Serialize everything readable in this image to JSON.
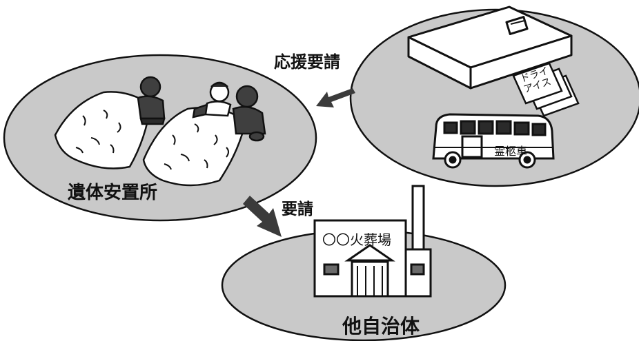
{
  "labels": {
    "request_support": "応援要請",
    "morgue": "遺体安置所",
    "request": "要請",
    "other_municipality": "他自治体",
    "crematorium_sign": "〇〇火葬場",
    "dry_ice": "ドライ\nアイス",
    "hearse": "霊柩車"
  },
  "colors": {
    "ellipse_fill": "#c9c9c9",
    "outline": "#111111",
    "arrow": "#3b3b3b",
    "figure_dark": "#3f3f3f",
    "background": "#ffffff"
  }
}
